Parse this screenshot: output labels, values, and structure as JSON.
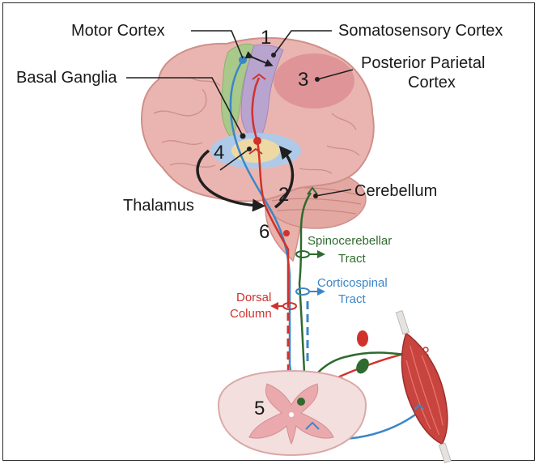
{
  "labels": {
    "motor_cortex": "Motor Cortex",
    "somatosensory_cortex": "Somatosensory Cortex",
    "posterior_parietal_line1": "Posterior Parietal",
    "posterior_parietal_line2": "Cortex",
    "basal_ganglia": "Basal Ganglia",
    "thalamus": "Thalamus",
    "cerebellum": "Cerebellum",
    "spinocerebellar_line1": "Spinocerebellar",
    "spinocerebellar_line2": "Tract",
    "corticospinal_line1": "Corticospinal",
    "corticospinal_line2": "Tract",
    "dorsal_column_line1": "Dorsal",
    "dorsal_column_line2": "Column"
  },
  "numbers": {
    "n1": "1",
    "n2": "2",
    "n3": "3",
    "n4": "4",
    "n5": "5",
    "n6": "6"
  },
  "colors": {
    "brain": "#eab5b0",
    "brain_outline": "#cf8f8a",
    "motor_cortex": "#a8c98a",
    "somatosensory": "#b9a3cf",
    "parietal": "#dd8f94",
    "thalamus_halo": "#a8ccee",
    "thalamus": "#eed9a5",
    "red_pathway": "#d0322b",
    "blue_pathway": "#3b86c8",
    "green_pathway": "#2f6a2e",
    "spinal_tracts": "#3e6a2c"
  }
}
